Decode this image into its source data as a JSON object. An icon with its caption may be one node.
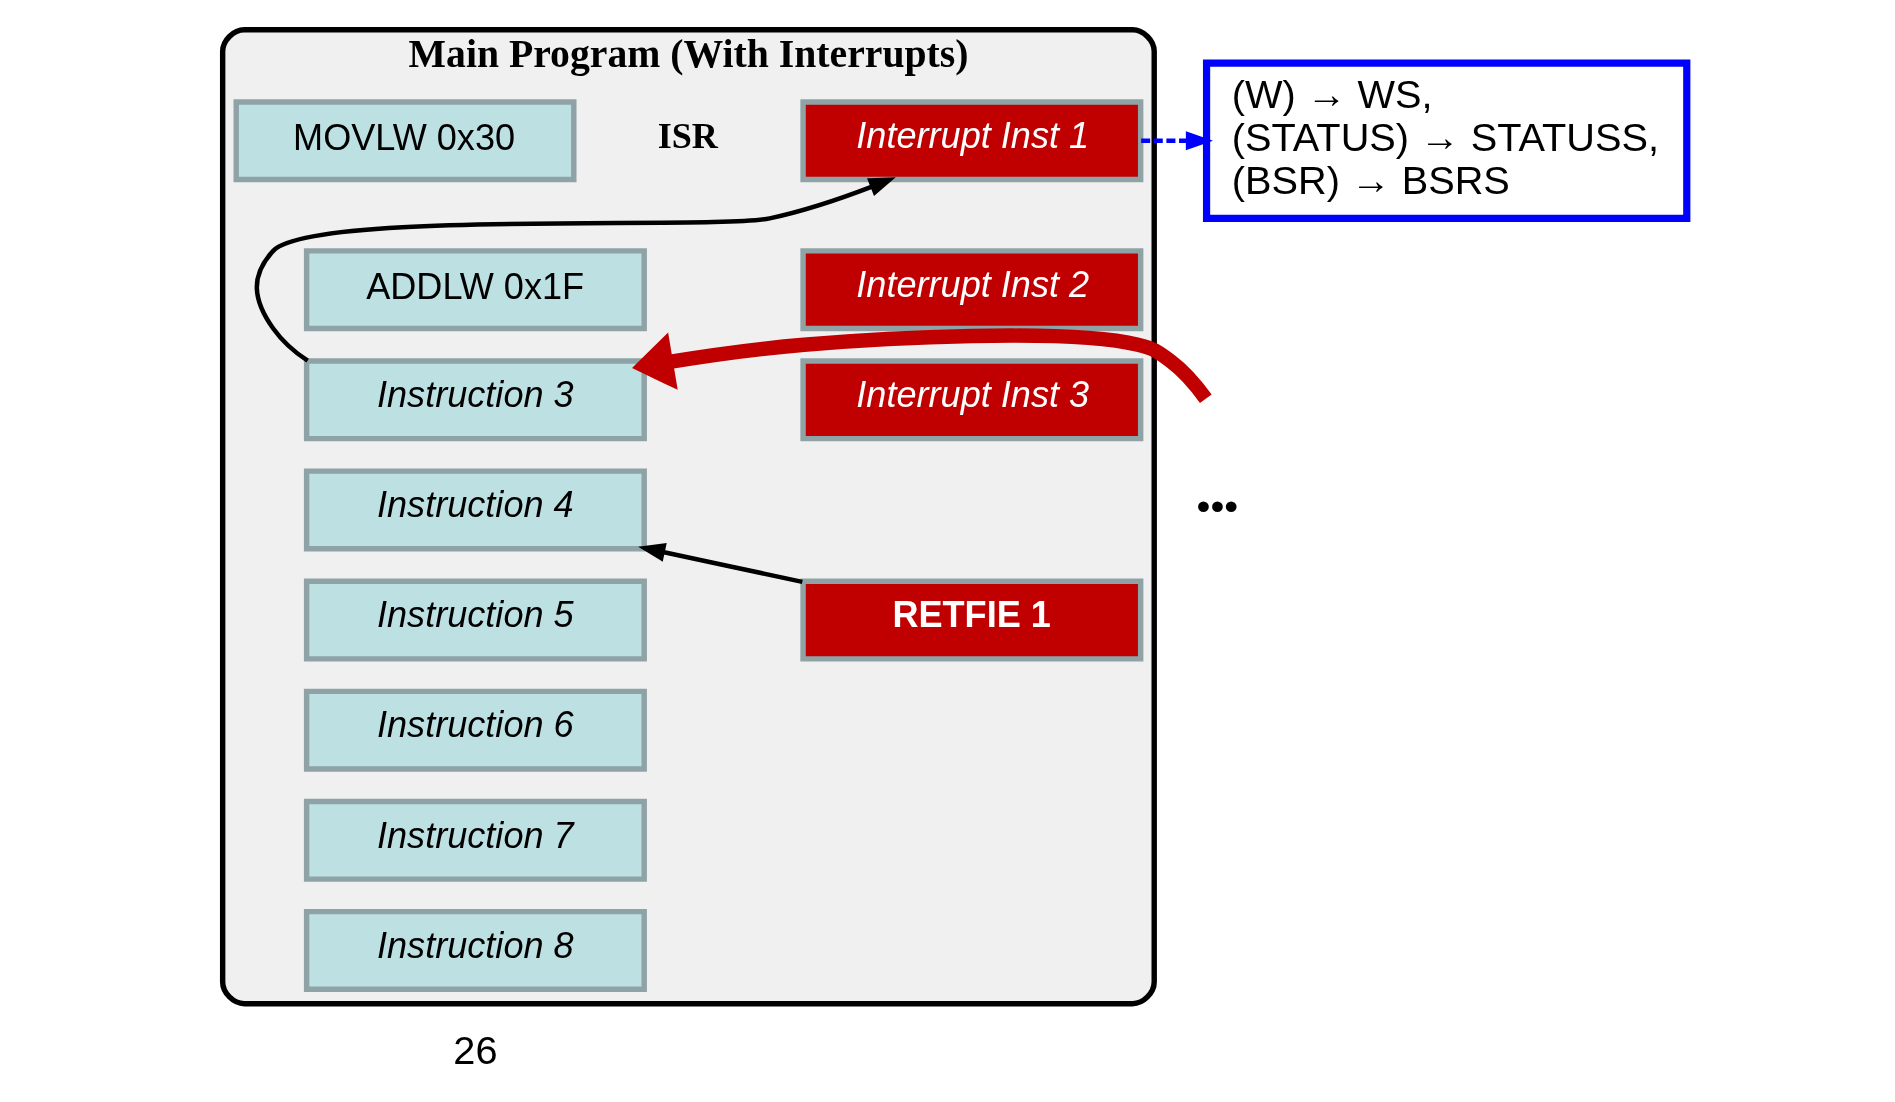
{
  "diagram": {
    "nodes": [
      {
        "text": [
          "Main Program (With Interrupts)"
        ]
      },
      {
        "text": [
          "MOVLW 0x30"
        ],
        "in": 0
      },
      {
        "text": [
          "ADDLW 0x1F"
        ],
        "in": 0
      },
      {
        "text": [
          "Instruction 3"
        ],
        "in": 0
      },
      {
        "text": [
          "Interrupt Inst 1"
        ],
        "in": 0,
        "beside": [
          "ISR"
        ]
      },
      {
        "text": [
          "Interrupt Inst 2"
        ],
        "in": 0
      },
      {
        "text": [
          "Interrupt Inst 3"
        ],
        "in": 0
      },
      {
        "text": [
          "RETFIE 1"
        ],
        "in": 0
      },
      {
        "text": [
          "Instruction 4"
        ],
        "in": 0
      },
      {
        "text": [
          "Instruction 5"
        ],
        "in": 0
      },
      {
        "text": [
          "Instruction 6"
        ],
        "in": 0
      },
      {
        "text": [
          "Instruction 7"
        ],
        "in": 0
      },
      {
        "text": [
          "Instruction 8"
        ],
        "in": 0
      },
      {
        "text": [
          "(W) → WS, (STATUS) → STATUSS, (BSR) → BSRS"
        ]
      }
    ],
    "edges": [
      {
        "from": null,
        "to": 3,
        "arrow": "to",
        "style": "thick",
        "color": "#c00000"
      },
      {
        "from": 3,
        "to": 4,
        "arrow": "to"
      },
      {
        "from": 4,
        "to": 13,
        "arrow": "to",
        "style": "dashed",
        "color": "#0000ff"
      },
      {
        "from": 7,
        "to": 8,
        "arrow": "to"
      }
    ],
    "labels": [
      "•••",
      "26"
    ]
  }
}
